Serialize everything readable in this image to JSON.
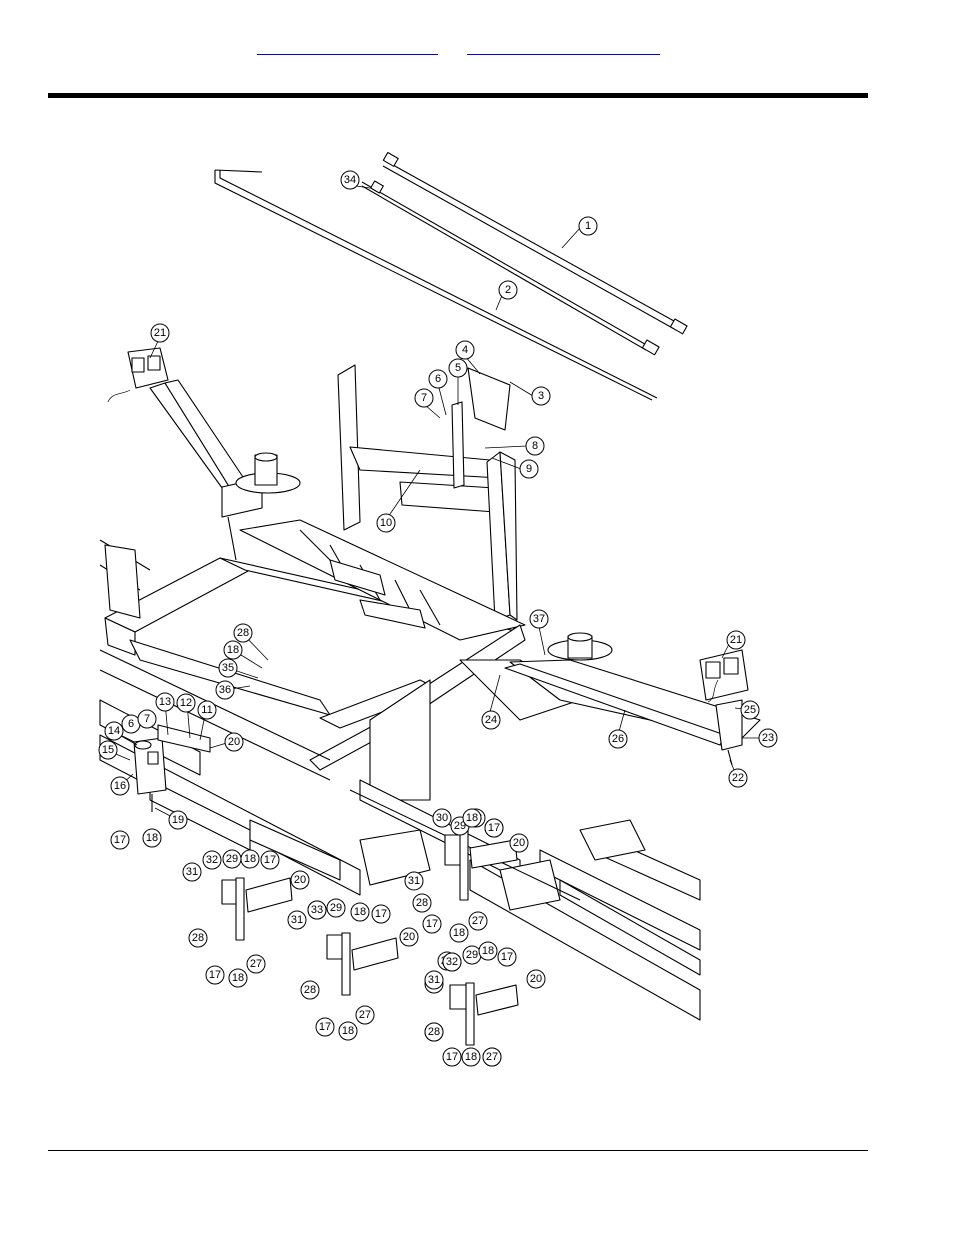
{
  "header": {
    "links": [
      {
        "label": ""
      },
      {
        "label": ""
      }
    ]
  },
  "diagram": {
    "callouts": [
      {
        "n": "1"
      },
      {
        "n": "2"
      },
      {
        "n": "3"
      },
      {
        "n": "4"
      },
      {
        "n": "5"
      },
      {
        "n": "6"
      },
      {
        "n": "7"
      },
      {
        "n": "8"
      },
      {
        "n": "9"
      },
      {
        "n": "10"
      },
      {
        "n": "11"
      },
      {
        "n": "12"
      },
      {
        "n": "13"
      },
      {
        "n": "14"
      },
      {
        "n": "15"
      },
      {
        "n": "16"
      },
      {
        "n": "17"
      },
      {
        "n": "18"
      },
      {
        "n": "19"
      },
      {
        "n": "20"
      },
      {
        "n": "21"
      },
      {
        "n": "22"
      },
      {
        "n": "23"
      },
      {
        "n": "24"
      },
      {
        "n": "25"
      },
      {
        "n": "26"
      },
      {
        "n": "27"
      },
      {
        "n": "28"
      },
      {
        "n": "29"
      },
      {
        "n": "30"
      },
      {
        "n": "31"
      },
      {
        "n": "32"
      },
      {
        "n": "33"
      },
      {
        "n": "34"
      },
      {
        "n": "35"
      },
      {
        "n": "36"
      },
      {
        "n": "37"
      },
      {
        "n": "21"
      },
      {
        "n": "28"
      },
      {
        "n": "18"
      },
      {
        "n": "6"
      },
      {
        "n": "7"
      },
      {
        "n": "17"
      },
      {
        "n": "18"
      },
      {
        "n": "20"
      },
      {
        "n": "29"
      },
      {
        "n": "18"
      },
      {
        "n": "17"
      },
      {
        "n": "31"
      },
      {
        "n": "28"
      },
      {
        "n": "17"
      },
      {
        "n": "18"
      },
      {
        "n": "27"
      },
      {
        "n": "32"
      },
      {
        "n": "29"
      },
      {
        "n": "18"
      },
      {
        "n": "17"
      },
      {
        "n": "20"
      },
      {
        "n": "31"
      },
      {
        "n": "28"
      },
      {
        "n": "17"
      },
      {
        "n": "18"
      },
      {
        "n": "27"
      },
      {
        "n": "31"
      },
      {
        "n": "33"
      },
      {
        "n": "29"
      },
      {
        "n": "18"
      },
      {
        "n": "17"
      },
      {
        "n": "20"
      },
      {
        "n": "28"
      },
      {
        "n": "17"
      },
      {
        "n": "18"
      },
      {
        "n": "27"
      },
      {
        "n": "32"
      },
      {
        "n": "29"
      },
      {
        "n": "18"
      },
      {
        "n": "17"
      },
      {
        "n": "20"
      },
      {
        "n": "31"
      },
      {
        "n": "28"
      },
      {
        "n": "17"
      },
      {
        "n": "18"
      },
      {
        "n": "27"
      }
    ]
  }
}
